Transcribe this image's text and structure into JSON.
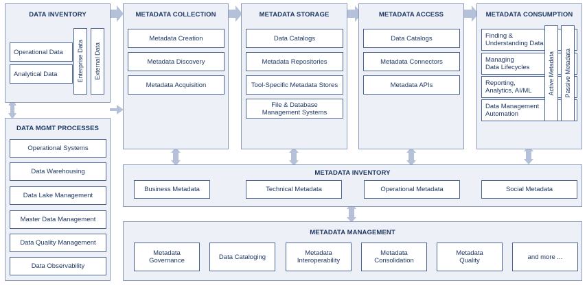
{
  "data_inventory": {
    "title": "DATA INVENTORY",
    "items": [
      "Operational Data",
      "Analytical Data"
    ],
    "vertical": [
      "Enterprise Data",
      "External Data"
    ]
  },
  "mgmt_processes": {
    "title": "DATA MGMT PROCESSES",
    "items": [
      "Operational Systems",
      "Data Warehousing",
      "Data Lake Management",
      "Master Data Management",
      "Data Quality Management",
      "Data Observability"
    ]
  },
  "collection": {
    "title": "METADATA COLLECTION",
    "items": [
      "Metadata Creation",
      "Metadata Discovery",
      "Metadata Acquisition"
    ]
  },
  "storage": {
    "title": "METADATA STORAGE",
    "items": [
      "Data Catalogs",
      "Metadata Repositories",
      "Tool-Specific Metadata Stores",
      "File & Database\nManagement Systems"
    ]
  },
  "access": {
    "title": "METADATA ACCESS",
    "items": [
      "Data Catalogs",
      "Metadata Connectors",
      "Metadata APIs"
    ]
  },
  "consumption": {
    "title": "METADATA CONSUMPTION",
    "items": [
      "Finding &\nUnderstanding Data",
      "Managing\nData Lifecycles",
      "Reporting,\nAnalytics, AI/ML",
      "Data Management\nAutomation"
    ],
    "vertical": [
      "Active Metadata",
      "Passive Metadata"
    ]
  },
  "inventory": {
    "title": "METADATA INVENTORY",
    "items": [
      "Business Metadata",
      "Technical Metadata",
      "Operational Metadata",
      "Social Metadata"
    ]
  },
  "management": {
    "title": "METADATA MANAGEMENT",
    "items": [
      "Metadata\nGovernance",
      "Data Cataloging",
      "Metadata\nInteroperability",
      "Metadata\nConsolidation",
      "Metadata\nQuality",
      "and more ..."
    ]
  },
  "colors": {
    "panel": "#edf0f7",
    "border": "#4a628f",
    "arrow": "#b4c1d8",
    "text": "#1f3864"
  }
}
